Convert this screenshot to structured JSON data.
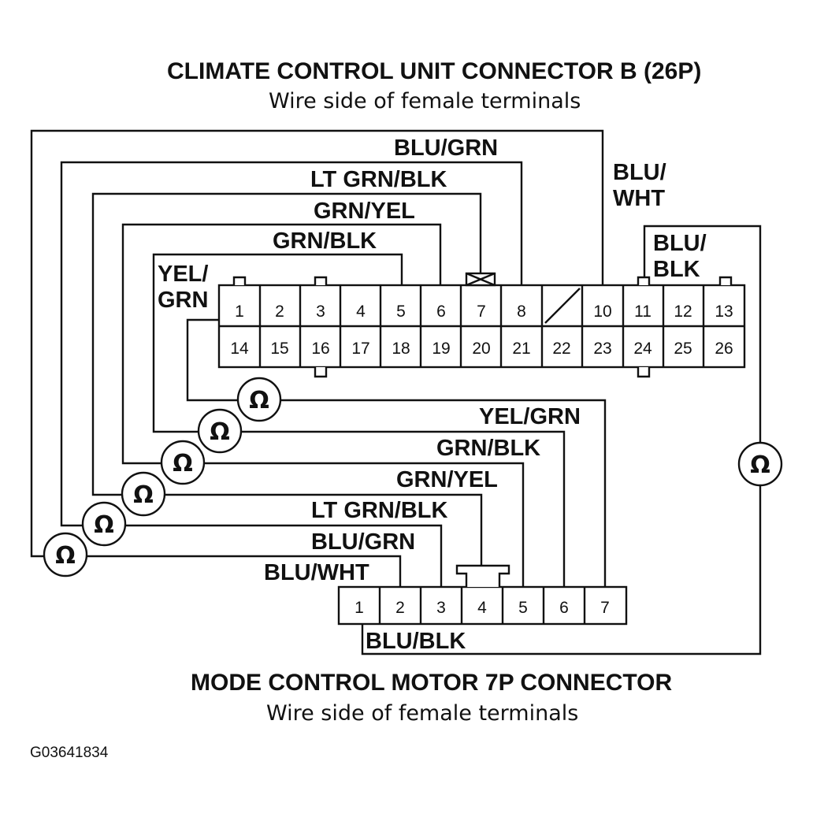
{
  "connector_b": {
    "title": "CLIMATE CONTROL UNIT CONNECTOR B (26P)",
    "subtitle": "Wire side of female terminals",
    "top_row": [
      "1",
      "2",
      "3",
      "4",
      "5",
      "6",
      "7",
      "8",
      "",
      "10",
      "11",
      "12",
      "13"
    ],
    "bottom_row": [
      "14",
      "15",
      "16",
      "17",
      "18",
      "19",
      "20",
      "21",
      "22",
      "23",
      "24",
      "25",
      "26"
    ]
  },
  "motor_connector": {
    "title": "MODE CONTROL MOTOR 7P CONNECTOR",
    "subtitle": "Wire side of female terminals",
    "pins": [
      "1",
      "2",
      "3",
      "4",
      "5",
      "6",
      "7"
    ]
  },
  "upper_wires": {
    "blu_grn": "BLU/GRN",
    "lt_grn_blk": "LT GRN/BLK",
    "grn_yel": "GRN/YEL",
    "grn_blk": "GRN/BLK",
    "yel_grn_1": "YEL/",
    "yel_grn_2": "GRN",
    "blu_wht_1": "BLU/",
    "blu_wht_2": "WHT",
    "blu_blk_1": "BLU/",
    "blu_blk_2": "BLK"
  },
  "lower_wires": {
    "yel_grn": "YEL/GRN",
    "grn_blk": "GRN/BLK",
    "grn_yel": "GRN/YEL",
    "lt_grn_blk": "LT GRN/BLK",
    "blu_grn": "BLU/GRN",
    "blu_wht": "BLU/WHT",
    "blu_blk": "BLU/BLK"
  },
  "meter_symbol": "Ω",
  "figure_code": "G03641834"
}
